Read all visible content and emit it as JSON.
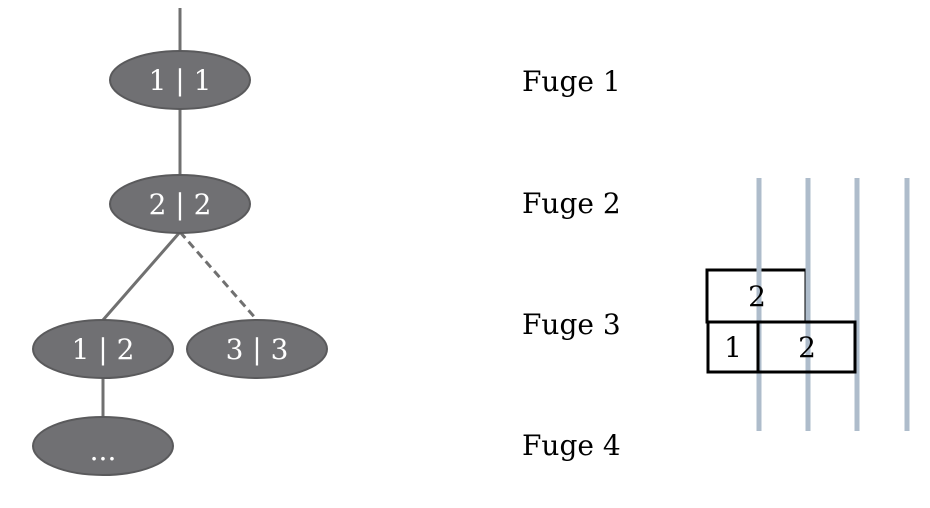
{
  "tree": {
    "nodes": [
      {
        "id": "n1",
        "label": "1 | 1"
      },
      {
        "id": "n2",
        "label": "2 | 2"
      },
      {
        "id": "n3",
        "label": "1 | 2"
      },
      {
        "id": "n4",
        "label": "3 | 3"
      },
      {
        "id": "n5",
        "label": "..."
      }
    ],
    "edges": [
      {
        "from": "root",
        "to": "n1",
        "style": "solid"
      },
      {
        "from": "n1",
        "to": "n2",
        "style": "solid"
      },
      {
        "from": "n2",
        "to": "n3",
        "style": "solid"
      },
      {
        "from": "n2",
        "to": "n4",
        "style": "dashed"
      },
      {
        "from": "n3",
        "to": "n5",
        "style": "solid"
      }
    ]
  },
  "fugen": [
    {
      "label": "Fuge 1"
    },
    {
      "label": "Fuge 2"
    },
    {
      "label": "Fuge 3"
    },
    {
      "label": "Fuge 4"
    }
  ],
  "blocks": [
    {
      "id": "top-2",
      "label": "2"
    },
    {
      "id": "bottom-1",
      "label": "1"
    },
    {
      "id": "bottom-2",
      "label": "2"
    }
  ],
  "colors": {
    "node_fill": "#707073",
    "node_stroke": "#5a5a5c",
    "edge": "#707070",
    "lane": "#aebccb",
    "block_stroke": "#000000"
  }
}
